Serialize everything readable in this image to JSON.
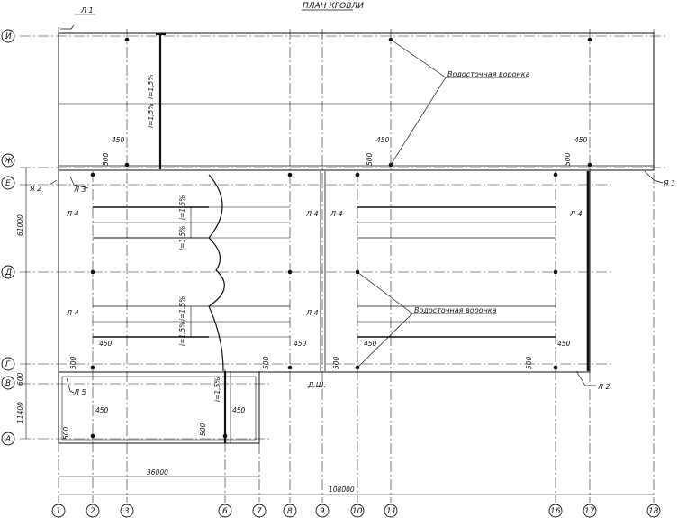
{
  "drawing": {
    "title": "ПЛАН КРОВЛИ",
    "callout_funnel_upper": "Водосточная воронка",
    "callout_funnel_lower": "Водосточная воронка"
  },
  "axes": {
    "vertical": [
      "1",
      "2",
      "3",
      "6",
      "7",
      "8",
      "9",
      "10",
      "11",
      "16",
      "17",
      "18"
    ],
    "horizontal": [
      "И",
      "Ж",
      "Е",
      "Д",
      "Г",
      "В",
      "А"
    ]
  },
  "dimensions": {
    "overall_length": "108000",
    "annex_length": "36000",
    "upper_width": "61000",
    "lower_width": "11400",
    "v_offset": "600",
    "funnel_offset": "450",
    "funnel_offset_2": "500",
    "slope": "i=1,5%"
  },
  "details": {
    "l1": "Л 1",
    "l2": "Л 2",
    "l3": "Л 3",
    "l4": "Л 4",
    "l5": "Л 5",
    "ya1": "Я 1",
    "ya2": "Я 2",
    "dsh": "Д.Ш."
  }
}
